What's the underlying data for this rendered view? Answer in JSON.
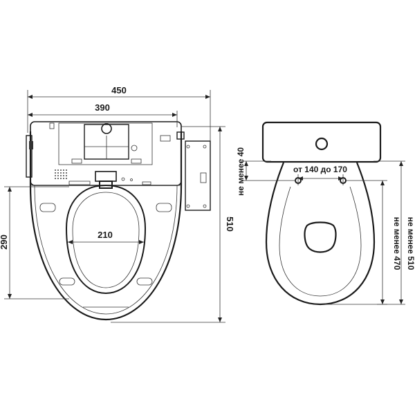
{
  "left_view": {
    "dim_width_outer": "450",
    "dim_width_inner": "390",
    "dim_opening_width": "210",
    "dim_height_seat": "290",
    "dim_length": "510"
  },
  "right_view": {
    "dim_min_gap": "не менее 40",
    "dim_hole_spacing": "от 140 до 170",
    "dim_min_470": "не менее 470",
    "dim_min_510": "не менее 510"
  }
}
